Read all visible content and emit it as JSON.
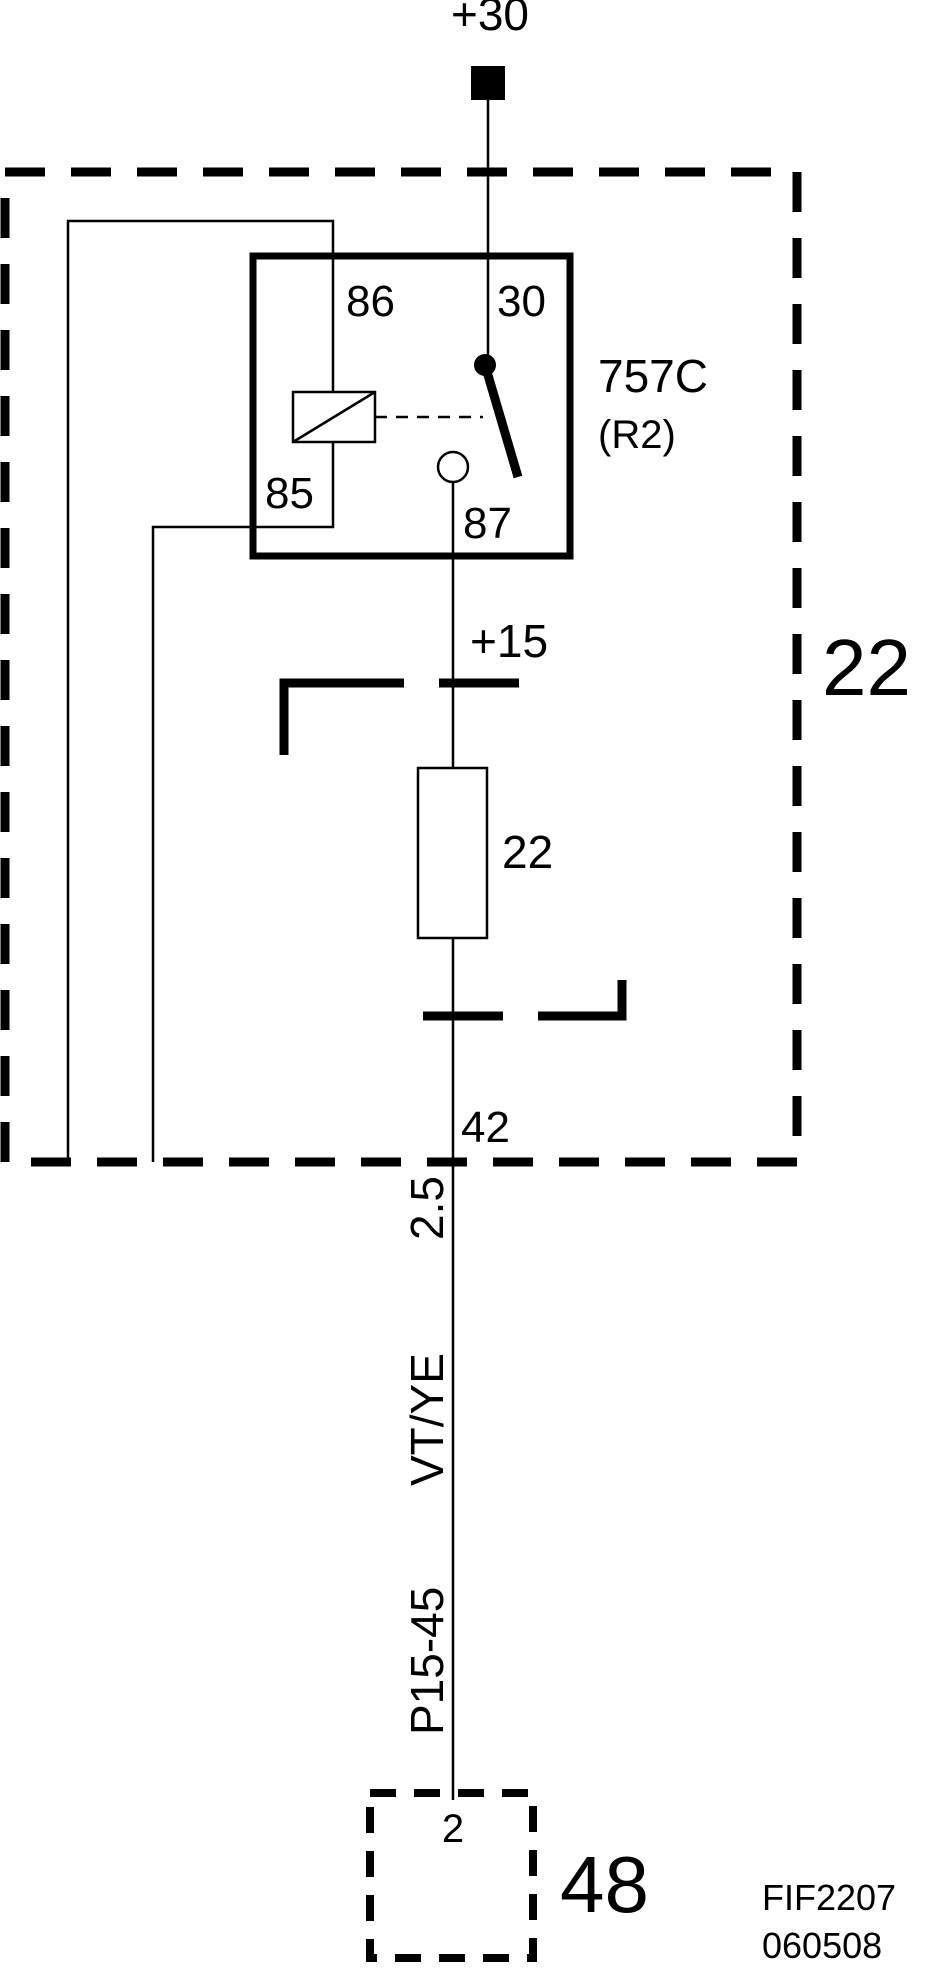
{
  "supply": {
    "label": "+30"
  },
  "module": {
    "number": "22"
  },
  "relay": {
    "name": "757C",
    "code": "(R2)",
    "pins": {
      "p86": "86",
      "p30": "30",
      "p85": "85",
      "p87": "87"
    }
  },
  "fuse": {
    "supply_label": "+15",
    "number": "22"
  },
  "wire": {
    "pin": "42",
    "size": "2.5",
    "color": "VT/YE",
    "id": "P15-45"
  },
  "connector": {
    "pin": "2",
    "number": "48"
  },
  "figure": {
    "id": "FIF2207",
    "date": "060508"
  }
}
